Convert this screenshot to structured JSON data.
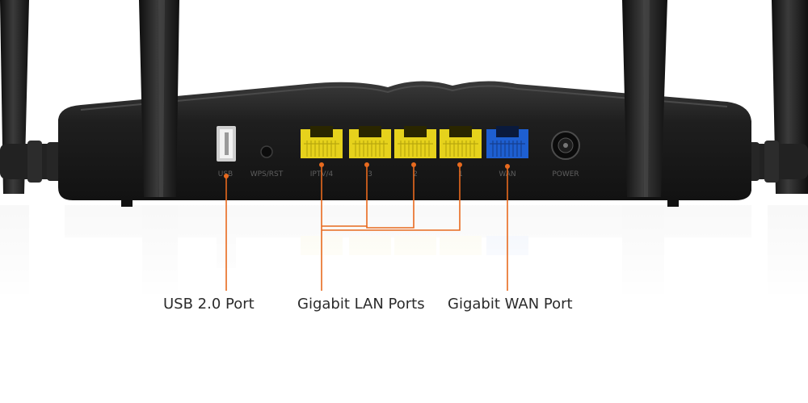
{
  "ports": {
    "usb": "USB",
    "wps_rst": "WPS/RST",
    "lan4": "IPTV/4",
    "lan3": "3",
    "lan2": "2",
    "lan1": "1",
    "wan": "WAN",
    "power": "POWER"
  },
  "callouts": {
    "usb": "USB 2.0 Port",
    "lan": "Gigabit LAN Ports",
    "wan": "Gigabit WAN Port"
  },
  "colors": {
    "lan_port": "#e6d21c",
    "wan_port": "#1e5fd1",
    "callout_line": "#e86a1e",
    "router_body": "#1c1c1c"
  }
}
